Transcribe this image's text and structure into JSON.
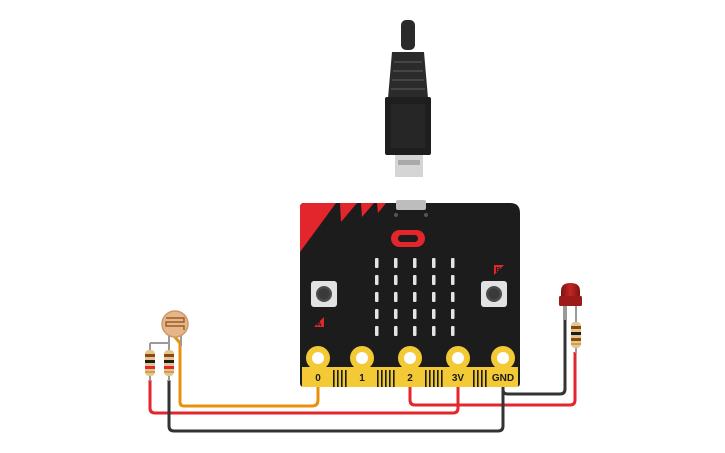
{
  "board": {
    "name": "micro:bit",
    "pins": [
      {
        "label": "0"
      },
      {
        "label": "1"
      },
      {
        "label": "2"
      },
      {
        "label": "3V"
      },
      {
        "label": "GND"
      }
    ],
    "button_a_label": "A",
    "button_b_label": "B",
    "led_matrix": {
      "rows": 5,
      "cols": 5
    }
  },
  "components": {
    "usb_cable": "micro-usb-cable",
    "ldr": "photoresistor",
    "resistors": [
      "resistor-left-1",
      "resistor-left-2",
      "resistor-right"
    ],
    "led": "red-led"
  },
  "wires": [
    {
      "name": "orange-wire",
      "from": "photoresistor",
      "to": "pin-0",
      "color": "#e8900c"
    },
    {
      "name": "red-wire-left",
      "from": "resistor-left-1",
      "to": "pin-3V",
      "color": "#e3262c"
    },
    {
      "name": "red-wire-right",
      "from": "pin-2",
      "to": "resistor-right",
      "color": "#e3262c"
    },
    {
      "name": "black-wire-bottom",
      "from": "resistor-left-2",
      "to": "pin-GND",
      "color": "#333333"
    },
    {
      "name": "black-wire-right",
      "from": "pin-GND",
      "to": "red-led",
      "color": "#333333"
    }
  ],
  "colors": {
    "board": "#1c1c1c",
    "accent": "#e3262c",
    "pin_gold": "#f3c935",
    "led_red": "#b51d1d"
  }
}
